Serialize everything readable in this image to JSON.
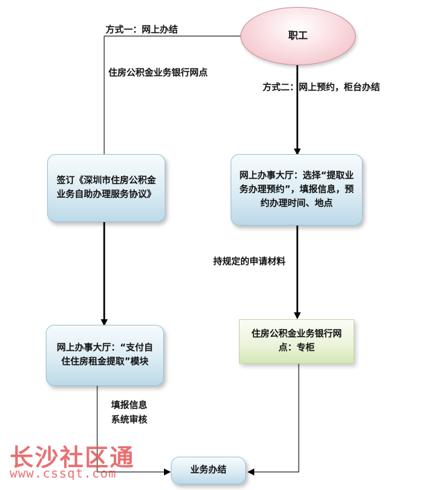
{
  "nodes": {
    "employee": "职工",
    "sign_agreement": "签订《深圳市住房公积金业务自助办理服务协议》",
    "online_hall_reserve": "网上办事大厅：选择“提取业务办理预约”，填报信息，预约办理时间、地点",
    "online_hall_rent": "网上办事大厅：“支付自住住房租金提取”模块",
    "bank_outlet_counter": "住房公积金业务银行网点：专柜",
    "done": "业务办结"
  },
  "edge_labels": {
    "method_one": "方式一：网上办结",
    "bank_outlet": "住房公积金业务银行网点",
    "method_two": "方式二：网上预约，柜台办结",
    "materials": "持规定的申请材料",
    "fill_info": "填报信息",
    "system_review": "系统审核"
  },
  "watermark": {
    "text": "长沙社区通",
    "url": "www.cssqt.com"
  },
  "colors": {
    "box_border": "#9ec3d6",
    "ellipse_fill": "#f0b8c0",
    "green_fill": "#d6e7b8",
    "watermark": "#e4575a"
  }
}
